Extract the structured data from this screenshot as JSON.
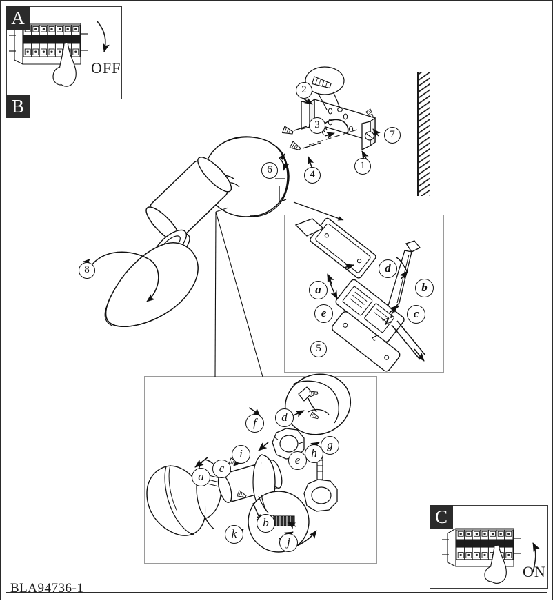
{
  "document": {
    "type": "assembly-instruction-sheet",
    "part_number": "BLA94736-1",
    "product": "wall-mounted adjustable spotlight"
  },
  "panels": [
    {
      "id": "A",
      "label": "A",
      "caption": "OFF",
      "description": "circuit breaker panel, hand switching breaker off, curved arrow pointing down"
    },
    {
      "id": "B",
      "label": "B",
      "caption": "",
      "description": "main assembly area: bracket mounting, lamp body, wiring detail and exploded view"
    },
    {
      "id": "C",
      "label": "C",
      "caption": "ON",
      "description": "circuit breaker panel, hand switching breaker on, curved arrow pointing up"
    }
  ],
  "callouts": {
    "numbers": [
      {
        "id": "1",
        "label": "1",
        "target": "bracket right-side fixing screw"
      },
      {
        "id": "2",
        "label": "2",
        "target": "bracket left-side fixing screw"
      },
      {
        "id": "3",
        "label": "3",
        "target": "supply cable through bracket"
      },
      {
        "id": "4",
        "label": "4",
        "target": "wall plug / anchor screw"
      },
      {
        "id": "5",
        "label": "5",
        "target": "terminal block wiring detail"
      },
      {
        "id": "6",
        "label": "6",
        "target": "lamp base rotation onto bracket"
      },
      {
        "id": "7",
        "label": "7",
        "target": "bracket screw tightening"
      },
      {
        "id": "8",
        "label": "8",
        "target": "shade tilt adjustment"
      }
    ],
    "letters_wiring": [
      {
        "id": "a",
        "label": "a",
        "target": "terminal cover release"
      },
      {
        "id": "b",
        "label": "b",
        "target": "screwdriver insertion"
      },
      {
        "id": "c",
        "label": "c",
        "target": "N neutral conductor"
      },
      {
        "id": "d",
        "label": "d",
        "target": "screwdriver tip position"
      },
      {
        "id": "e",
        "label": "e",
        "target": "cover swing open"
      }
    ],
    "letters_exploded": [
      {
        "id": "a",
        "label": "a",
        "target": "shade fitting"
      },
      {
        "id": "b",
        "label": "b",
        "target": "lamp retaining screw"
      },
      {
        "id": "c",
        "label": "c",
        "target": "shade collar"
      },
      {
        "id": "d",
        "label": "d",
        "target": "cover cap placement"
      },
      {
        "id": "e",
        "label": "e",
        "target": "mounting plate slide"
      },
      {
        "id": "f",
        "label": "f",
        "target": "cover alignment"
      },
      {
        "id": "g",
        "label": "g",
        "target": "cover seating"
      },
      {
        "id": "h",
        "label": "h",
        "target": "plate and pin"
      },
      {
        "id": "i",
        "label": "i",
        "target": "lamp holder body"
      },
      {
        "id": "j",
        "label": "j",
        "target": "screw tighten direction"
      },
      {
        "id": "k",
        "label": "k",
        "target": "shade rotation"
      }
    ]
  },
  "colors": {
    "ink": "#1a1a1a",
    "line": "#111111",
    "box_border": "#9a9a9a",
    "badge_bg": "#2b2b2b",
    "paper": "#ffffff"
  }
}
